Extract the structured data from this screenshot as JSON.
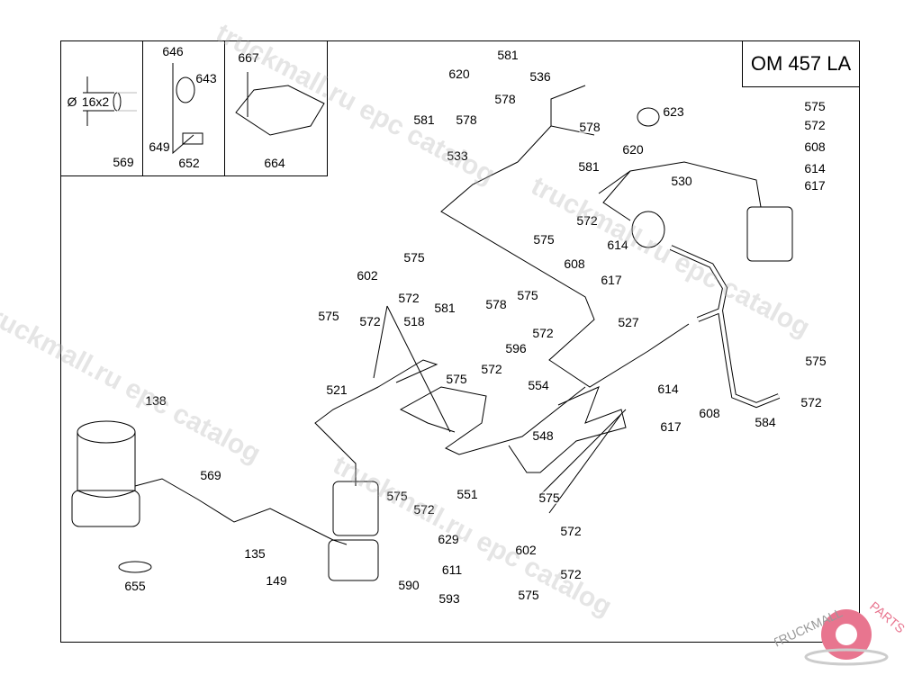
{
  "title": "OM 457 LA",
  "header_panels": {
    "pipe_dimension": "16x2",
    "pipe_diameter_symbol": "Ø",
    "panel1_part": "569",
    "panel2_parts": [
      "646",
      "643",
      "649",
      "652"
    ],
    "panel3_parts": [
      "667",
      "664"
    ]
  },
  "part_labels": [
    "581",
    "620",
    "536",
    "578",
    "581",
    "578",
    "623",
    "578",
    "620",
    "581",
    "533",
    "530",
    "575",
    "572",
    "608",
    "614",
    "617",
    "572",
    "575",
    "614",
    "608",
    "617",
    "575",
    "602",
    "572",
    "581",
    "578",
    "575",
    "575",
    "572",
    "518",
    "527",
    "572",
    "596",
    "575",
    "572",
    "575",
    "521",
    "554",
    "614",
    "608",
    "617",
    "584",
    "572",
    "138",
    "548",
    "569",
    "551",
    "575",
    "572",
    "575",
    "572",
    "629",
    "602",
    "135",
    "149",
    "611",
    "572",
    "590",
    "655",
    "593",
    "575"
  ],
  "watermark": "truckmall.ru epc catalog",
  "logo": {
    "text_left": "TRUCKMALL",
    "text_right": "PARTS",
    "color": "#e8758f"
  }
}
